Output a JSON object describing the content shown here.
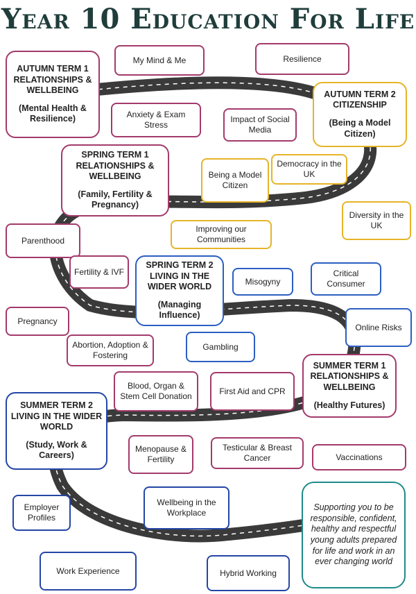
{
  "title": "Year 10 Education For Life",
  "terms": {
    "autumn1": {
      "heading": "AUTUMN TERM 1 RELATIONSHIPS & WELLBEING",
      "sub": "(Mental Health & Resilience)"
    },
    "autumn2": {
      "heading": "AUTUMN TERM 2 CITIZENSHIP",
      "sub": "(Being a Model Citizen)"
    },
    "spring1": {
      "heading": "SPRING TERM 1 RELATIONSHIPS & WELLBEING",
      "sub": "(Family, Fertility & Pregnancy)"
    },
    "spring2": {
      "heading": "SPRING TERM 2 LIVING IN THE WIDER WORLD",
      "sub": "(Managing Influence)"
    },
    "summer1": {
      "heading": "SUMMER TERM 1 RELATIONSHIPS & WELLBEING",
      "sub": "(Healthy Futures)"
    },
    "summer2": {
      "heading": "SUMMER TERM 2 LIVING IN THE WIDER WORLD",
      "sub": "(Study, Work & Careers)"
    }
  },
  "topics": {
    "my_mind": "My Mind & Me",
    "anxiety": "Anxiety & Exam Stress",
    "resilience": "Resilience",
    "social_media": "Impact of Social Media",
    "model_citizen": "Being a Model Citizen",
    "democracy": "Democracy in the UK",
    "diversity": "Diversity in the UK",
    "communities": "Improving our Communities",
    "parenthood": "Parenthood",
    "fertility": "Fertility & IVF",
    "pregnancy": "Pregnancy",
    "abortion": "Abortion, Adoption & Fostering",
    "misogyny": "Misogyny",
    "critical": "Critical Consumer",
    "online_risks": "Online Risks",
    "gambling": "Gambling",
    "blood": "Blood, Organ & Stem Cell Donation",
    "first_aid": "First Aid and CPR",
    "menopause": "Menopause & Fertility",
    "testicular": "Testicular & Breast Cancer",
    "vaccinations": "Vaccinations",
    "employer": "Employer Profiles",
    "wellbeing_work": "Wellbeing in the Workplace",
    "work_experience": "Work Experience",
    "hybrid": "Hybrid Working"
  },
  "statement": "Supporting you to be responsible, confident, healthy and respectful young adults prepared for life and work in an ever changing world",
  "colors": {
    "pink": "#a33a6b",
    "yellow": "#e6b428",
    "blue": "#2b5fc2",
    "teal": "#1f8a8a",
    "road": "#3a3a3a"
  }
}
